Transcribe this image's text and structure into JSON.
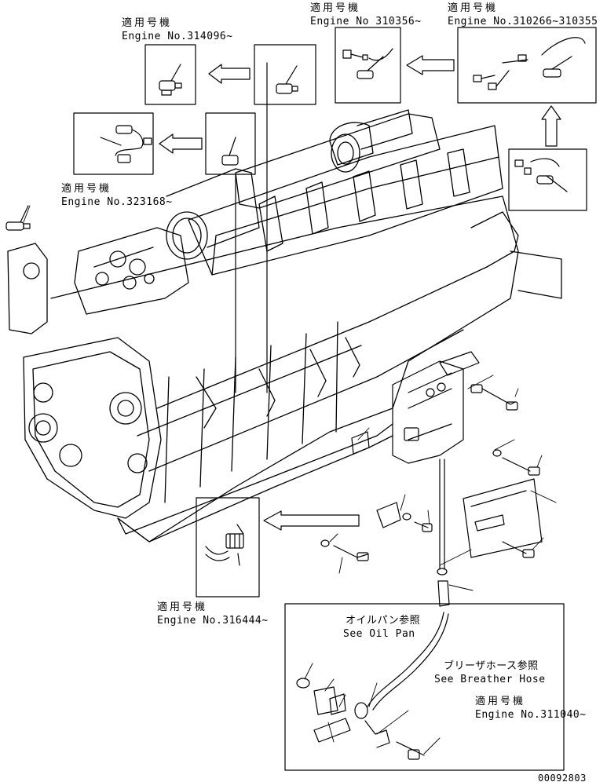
{
  "labels": [
    {
      "jp": "適用号機",
      "engine": "Engine No.314096~"
    },
    {
      "jp": "適用号機",
      "engine": "Engine No 310356~"
    },
    {
      "jp": "適用号機",
      "engine": "Engine No.310266~310355"
    },
    {
      "jp": "適用号機",
      "engine": "Engine No.323168~"
    },
    {
      "jp": "適用号機",
      "engine": "Engine No.316444~"
    },
    {
      "jp": "適用号機",
      "engine": "Engine No.311040~"
    }
  ],
  "refs": {
    "oil_pan": {
      "jp": "オイルパン参照",
      "en": "See Oil Pan"
    },
    "breather_hose": {
      "jp": "ブリーザホース参照",
      "en": "See Breather Hose"
    }
  },
  "drawing_number": "00092803"
}
